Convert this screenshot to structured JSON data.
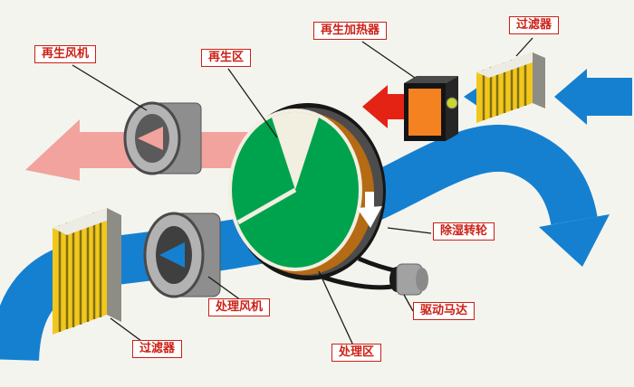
{
  "labels": {
    "regen_fan": "再生风机",
    "regen_zone": "再生区",
    "regen_heater": "再生加热器",
    "filter_top": "过滤器",
    "wheel": "除湿转轮",
    "motor": "驱动马达",
    "process_fan": "处理风机",
    "process_zone": "处理区",
    "filter_bottom": "过滤器"
  },
  "colors": {
    "bg": "#f4f4ee",
    "blue": "#1580d0",
    "pink": "#f2a39e",
    "red": "#e42315",
    "green": "#00a34d",
    "orange": "#f58220",
    "yellow": "#f2c71d",
    "label-red": "#cc2016",
    "gray": "#919191",
    "dark": "#3f3f3f"
  }
}
